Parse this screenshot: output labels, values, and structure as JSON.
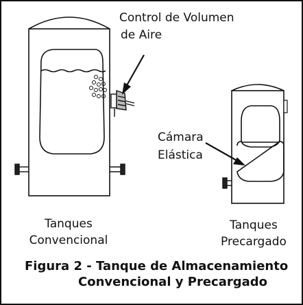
{
  "labels": {
    "air_control_line1": "Control de Volumen",
    "air_control_line2": "de Aire",
    "elastic_line1": "Cámara",
    "elastic_line2": "Elástica",
    "left_tank_line1": "Tanques",
    "left_tank_line2": "Convencional",
    "right_tank_line1": "Tanques",
    "right_tank_line2": "Precargado"
  },
  "caption": {
    "line1": "Figura 2 - Tanque de Almacenamiento",
    "line2": "Convencional y Precargado"
  }
}
